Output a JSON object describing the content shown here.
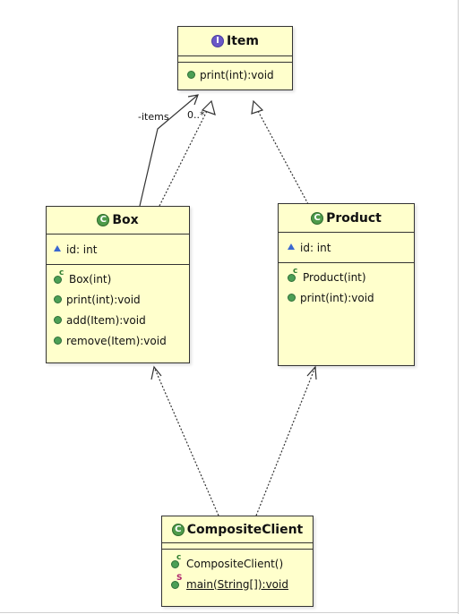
{
  "classes": {
    "item": {
      "badge": "I",
      "name": "Item",
      "operations": [
        "print(int):void"
      ]
    },
    "box": {
      "badge": "C",
      "name": "Box",
      "attributes": [
        "id: int"
      ],
      "constructor": "Box(int)",
      "operations": [
        "print(int):void",
        "add(Item):void",
        "remove(Item):void"
      ]
    },
    "product": {
      "badge": "C",
      "name": "Product",
      "attributes": [
        "id: int"
      ],
      "constructor": "Product(int)",
      "operations": [
        "print(int):void"
      ]
    },
    "composite_client": {
      "badge": "C",
      "name": "CompositeClient",
      "constructor": "CompositeClient()",
      "static_method": "main(String[]):void"
    }
  },
  "markers": {
    "constructor": "c",
    "static": "S"
  },
  "edges": {
    "aggregation_role": "-items",
    "aggregation_multiplicity": "0..*"
  },
  "colors": {
    "class_fill": "#ffffcc",
    "border": "#333333",
    "public_marker": "#4c9f55",
    "class_badge": "#4e9b4a",
    "interface_badge": "#6a58c7",
    "package_marker": "#3a67d0"
  }
}
